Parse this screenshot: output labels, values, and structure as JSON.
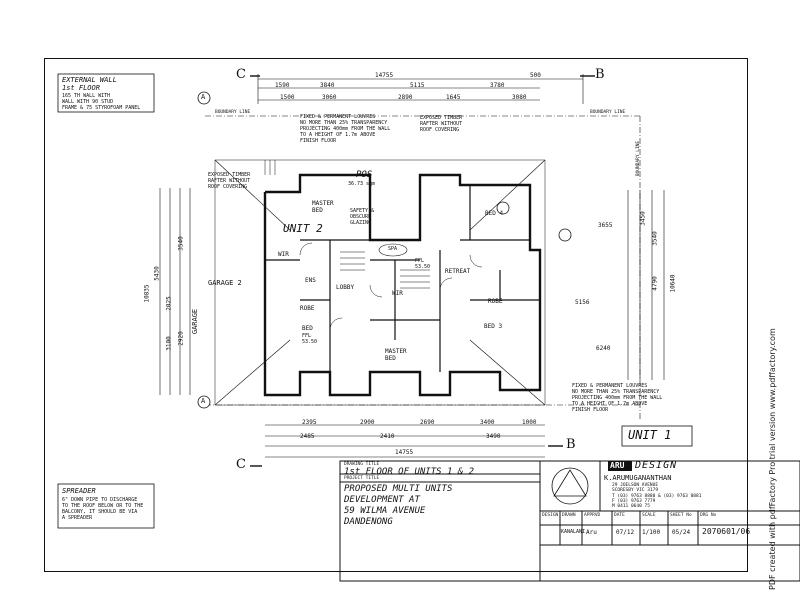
{
  "notes": {
    "external_wall": {
      "title": "EXTERNAL WALL",
      "subtitle": "1st FLOOR",
      "lines": [
        "165 TH WALL WITH",
        "WALL WITH 90 STUD",
        "FRAME & 75 STYROFOAM PANEL"
      ]
    },
    "spreader": {
      "title": "SPREADER",
      "lines": [
        "6\" DOWN PIPE TO DISCHARGE",
        "TO THE ROOF BELOW OR TO THE",
        "BALCONY, IT SHOULD BE VIA",
        "A SPREADER"
      ]
    },
    "fixed_louvres_top": [
      "FIXED & PERMANENT LOUVRES",
      "NO MORE THAN 25% TRANSPARENCY",
      "PROJECTING 400mm FROM THE WALL",
      "TO A HEIGHT OF 1.7m ABOVE",
      "FINISH FLOOR"
    ],
    "exposed_timber_top": [
      "EXPOSED TIMBER",
      "RAFTER WITHOUT",
      "ROOF COVERING"
    ],
    "exposed_timber_left": [
      "EXPOSED TIMBER",
      "RAFTER WITHOUT",
      "ROOF COVERING"
    ],
    "fixed_louvres_bottom": [
      "FIXED & PERMANENT LOUVRES",
      "NO MORE THAN 25% TRANSPARENCY",
      "PROJECTING 400mm FROM THE WALL",
      "TO A HEIGHT OF 1.7m ABOVE",
      "FINISH FLOOR"
    ],
    "safety_glazing": [
      "SAFETY &",
      "OBSCURE",
      "GLAZING"
    ]
  },
  "markers": {
    "c": "C",
    "b": "B",
    "a": "A"
  },
  "dims": {
    "overall_width": "14755",
    "top_row1": [
      "1590",
      "3840",
      "5115",
      "3780",
      "500"
    ],
    "top_row2": [
      "1500",
      "3060",
      "2890",
      "1645",
      "3080"
    ],
    "bottom_row1": [
      "2395",
      "2900",
      "2690",
      "3400",
      "1000"
    ],
    "bottom_row2": [
      "2485",
      "2410",
      "3490"
    ],
    "bottom_overall": "14755",
    "left": [
      "5430",
      "2025",
      "3100",
      "3540",
      "2920",
      "10835"
    ],
    "right": [
      "3655",
      "3450",
      "3540",
      "4790",
      "10640",
      "5156",
      "6240"
    ]
  },
  "rooms": {
    "unit2": "UNIT 2",
    "pos": "POS",
    "pos_area": "36.73 sqm",
    "master_bed_left": "MASTER\nBED",
    "master_bed_right": "MASTER\nBED",
    "garage": "GARAGE",
    "garage2": "GARAGE 2",
    "lobby": "LOBBY",
    "robe": "ROBE",
    "bed": "BED",
    "ens": "ENS",
    "wir": "WIR",
    "retreat": "RETREAT",
    "bed4": "BED 4",
    "bed3": "BED 3",
    "robe_right": "ROBE",
    "spa": "SPA",
    "ffl_left": "FFL\n53.50",
    "ffl_right": "FFL\n53.50",
    "unit1": "UNIT 1",
    "boundary_left": "BOUNDARY LINE",
    "boundary_right": "BOUNDARY LINE",
    "boundary_vertical": "BOUNDARY LINE"
  },
  "title_block": {
    "drawing_title_label": "DRAWING TITLE",
    "drawing_title": "1st FLOOR OF UNITS 1 & 2",
    "project_title_label": "PROJECT TITLE",
    "project_lines": [
      "PROPOSED MULTI UNITS",
      "DEVELOPMENT AT",
      "59 WILMA AVENUE",
      "DANDENONG"
    ],
    "brand": "ARU",
    "design": "DESIGN",
    "architect": "K.ARUMUGANANTHAN",
    "address": [
      "29 JOELSON AVENUE",
      "SCORESBY VIC 3179"
    ],
    "contacts": [
      "T (03) 9763 8880 & (03) 9763 8881",
      "F (03) 9763 7779",
      "M 0411 0640 75"
    ],
    "fields": [
      {
        "label": "DESIGN",
        "value": ""
      },
      {
        "label": "DRAWN",
        "value": "KANALANI"
      },
      {
        "label": "APPRVD",
        "value": "Aru"
      },
      {
        "label": "DATE",
        "value": "07/12"
      },
      {
        "label": "SCALE",
        "value": "1/100"
      },
      {
        "label": "SHEET No",
        "value": "05/24"
      },
      {
        "label": "DRG No",
        "value": "2070601/06"
      }
    ]
  },
  "side_note": "PDF created with pdfFactory Pro trial version www.pdffactory.com"
}
